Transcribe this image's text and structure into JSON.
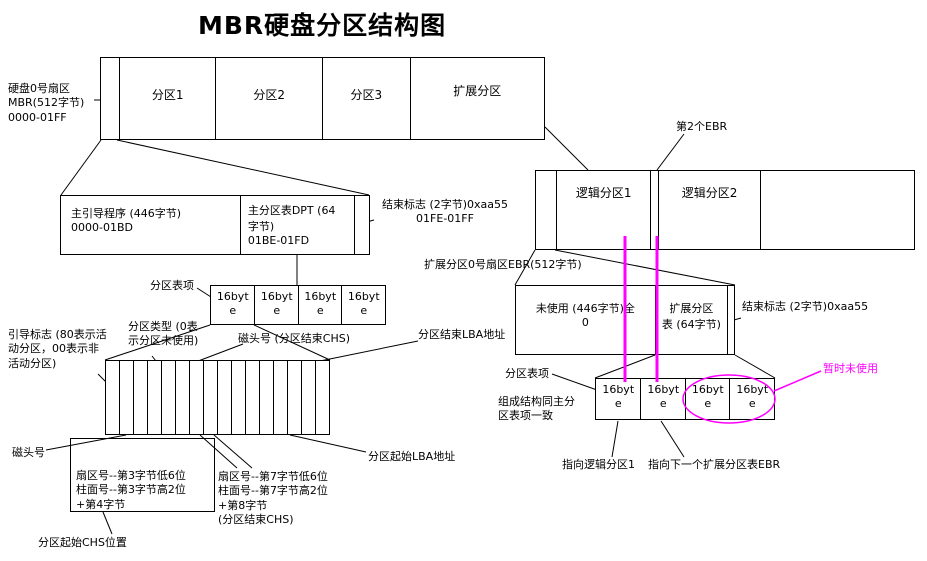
{
  "title": "MBR硬盘分区结构图",
  "colors": {
    "accent_magenta": "#ff00ff",
    "line": "#000000",
    "background": "#ffffff"
  },
  "disk_row": {
    "partition1": "分区1",
    "partition2": "分区2",
    "partition3": "分区3",
    "extended": "扩展分区"
  },
  "mbr_detail": {
    "sector_label": "硬盘0号扇区\nMBR(512字节)\n0000-01FF",
    "boot_program": "主引导程序 (446字节)\n0000-01BD",
    "dpt": "主分区表DPT (64\n字节)\n01BE-01FD",
    "end_flag": "结束标志 (2字节)0xaa55\n01FE-01FF"
  },
  "extended_detail": {
    "second_ebr": "第2个EBR",
    "logical1": "逻辑分区1",
    "logical2": "逻辑分区2",
    "ebr_sector": "扩展分区0号扇区EBR(512字节)",
    "unused": "未使用 (446字节)全\n0",
    "ebr_table": "扩展分区\n表 (64字节)",
    "end_flag": "结束标志 (2字节)0xaa55"
  },
  "entry_detail": {
    "entry_label_left": "分区表项",
    "entry_label_right": "分区表项",
    "byte_cell": "16byte",
    "boot_flag": "引导标志 (80表示活\n动分区，00表示非\n活动分区)",
    "partition_type": "分区类型 (0表\n示分区未使用)",
    "head_end": "磁头号 (分区结束CHS)",
    "end_lba": "分区结束LBA地址",
    "head": "磁头号",
    "start_chs_bytes": "扇区号--第3字节低6位\n柱面号--第3字节高2位\n+第4字节",
    "end_chs_bytes": "扇区号--第7字节低6位\n柱面号--第7字节高2位\n+第8字节\n(分区结束CHS)",
    "start_lba": "分区起始LBA地址",
    "start_chs": "分区起始CHS位置",
    "same_structure": "组成结构同主分\n区表项一致",
    "temp_unused": "暂时未使用",
    "point_logical1": "指向逻辑分区1",
    "point_next_ebr": "指向下一个扩展分区表EBR"
  }
}
